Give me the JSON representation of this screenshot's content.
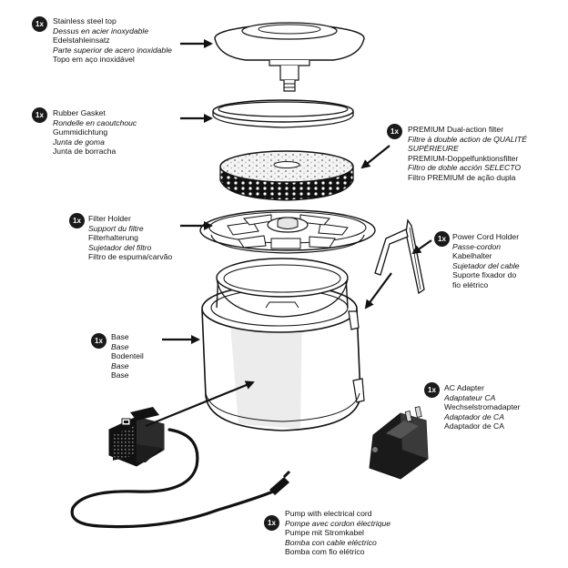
{
  "quantity_badge": "1x",
  "parts": {
    "stainless_top": {
      "lines": [
        "Stainless steel top",
        "Dessus en acier inoxydable",
        "Edelstahleinsatz",
        "Parte superior de acero inoxidable",
        "Topo em aço inoxidável"
      ],
      "italic": [
        false,
        true,
        false,
        true,
        false
      ]
    },
    "rubber_gasket": {
      "lines": [
        "Rubber Gasket",
        "Rondelle en caoutchouc",
        "Gummidichtung",
        "Junta de goma",
        "Junta de borracha"
      ],
      "italic": [
        false,
        true,
        false,
        true,
        false
      ]
    },
    "premium_filter": {
      "lines": [
        "PREMIUM Dual-action filter",
        "Filtre à double action de QUALITÉ",
        "SUPÉRIEURE",
        "PREMIUM-Doppelfunktionsfilter",
        "Filtro de doble acción SELECTO",
        "Filtro PREMIUM de ação dupla"
      ],
      "italic": [
        false,
        true,
        true,
        false,
        true,
        false
      ]
    },
    "filter_holder": {
      "lines": [
        "Filter Holder",
        "Support du filtre",
        "Filterhalterung",
        "Sujetador del filtro",
        "Filtro de espuma/carvão"
      ],
      "italic": [
        false,
        true,
        false,
        true,
        false
      ]
    },
    "power_cord_holder": {
      "lines": [
        "Power Cord Holder",
        "Passe-cordon",
        "Kabelhalter",
        "Sujetador del cable",
        "Suporte fixador do",
        "fio elétrico"
      ],
      "italic": [
        false,
        true,
        false,
        true,
        false,
        false
      ]
    },
    "base": {
      "lines": [
        "Base",
        "Base",
        "Bodenteil",
        "Base",
        "Base"
      ],
      "italic": [
        false,
        true,
        false,
        true,
        false
      ]
    },
    "ac_adapter": {
      "lines": [
        "AC Adapter",
        "Adaptateur CA",
        "Wechselstromadapter",
        "Adaptador de CA",
        "Adaptador de CA"
      ],
      "italic": [
        false,
        true,
        false,
        true,
        false
      ]
    },
    "pump": {
      "lines": [
        "Pump with electrical cord",
        "Pompe avec cordon électrique",
        "Pumpe mit Stromkabel",
        "Bomba con cable eléctrico",
        "Bomba com fio elétrico"
      ],
      "italic": [
        false,
        true,
        false,
        true,
        false
      ]
    }
  }
}
